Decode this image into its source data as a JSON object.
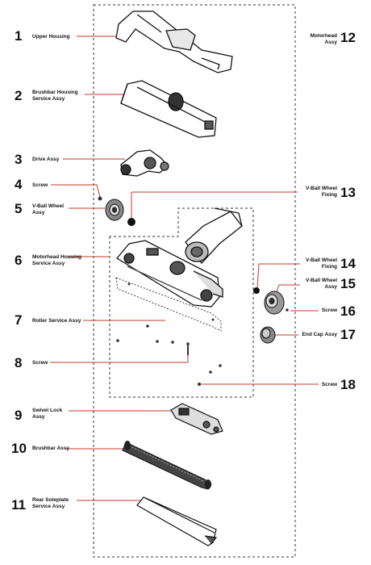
{
  "callouts": [
    {
      "num": "1",
      "label": "Upper Housing"
    },
    {
      "num": "2",
      "label": "Brushbar Housing\nService Assy"
    },
    {
      "num": "3",
      "label": "Drive Assy"
    },
    {
      "num": "4",
      "label": "Screw"
    },
    {
      "num": "5",
      "label": "V-Ball Wheel\nAssy"
    },
    {
      "num": "6",
      "label": "Motorhead Housing\nService Assy"
    },
    {
      "num": "7",
      "label": "Roller Service Assy"
    },
    {
      "num": "8",
      "label": "Screw"
    },
    {
      "num": "9",
      "label": "Swivel Lock\nAssy"
    },
    {
      "num": "10",
      "label": "Brushbar Assy"
    },
    {
      "num": "11",
      "label": "Rear Soleplate\nService Assy"
    },
    {
      "num": "12",
      "label": "Motorhead\nAssy"
    },
    {
      "num": "13",
      "label": "V-Ball Wheel\nFixing"
    },
    {
      "num": "14",
      "label": "V-Ball Wheel\nFixing"
    },
    {
      "num": "15",
      "label": "V-Ball Wheel\nAssy"
    },
    {
      "num": "16",
      "label": "Screw"
    },
    {
      "num": "17",
      "label": "End Cap Assy"
    },
    {
      "num": "18",
      "label": "Screw"
    }
  ],
  "colors": {
    "leader": "#c0392b",
    "ink": "#111111",
    "border": "#333333"
  }
}
